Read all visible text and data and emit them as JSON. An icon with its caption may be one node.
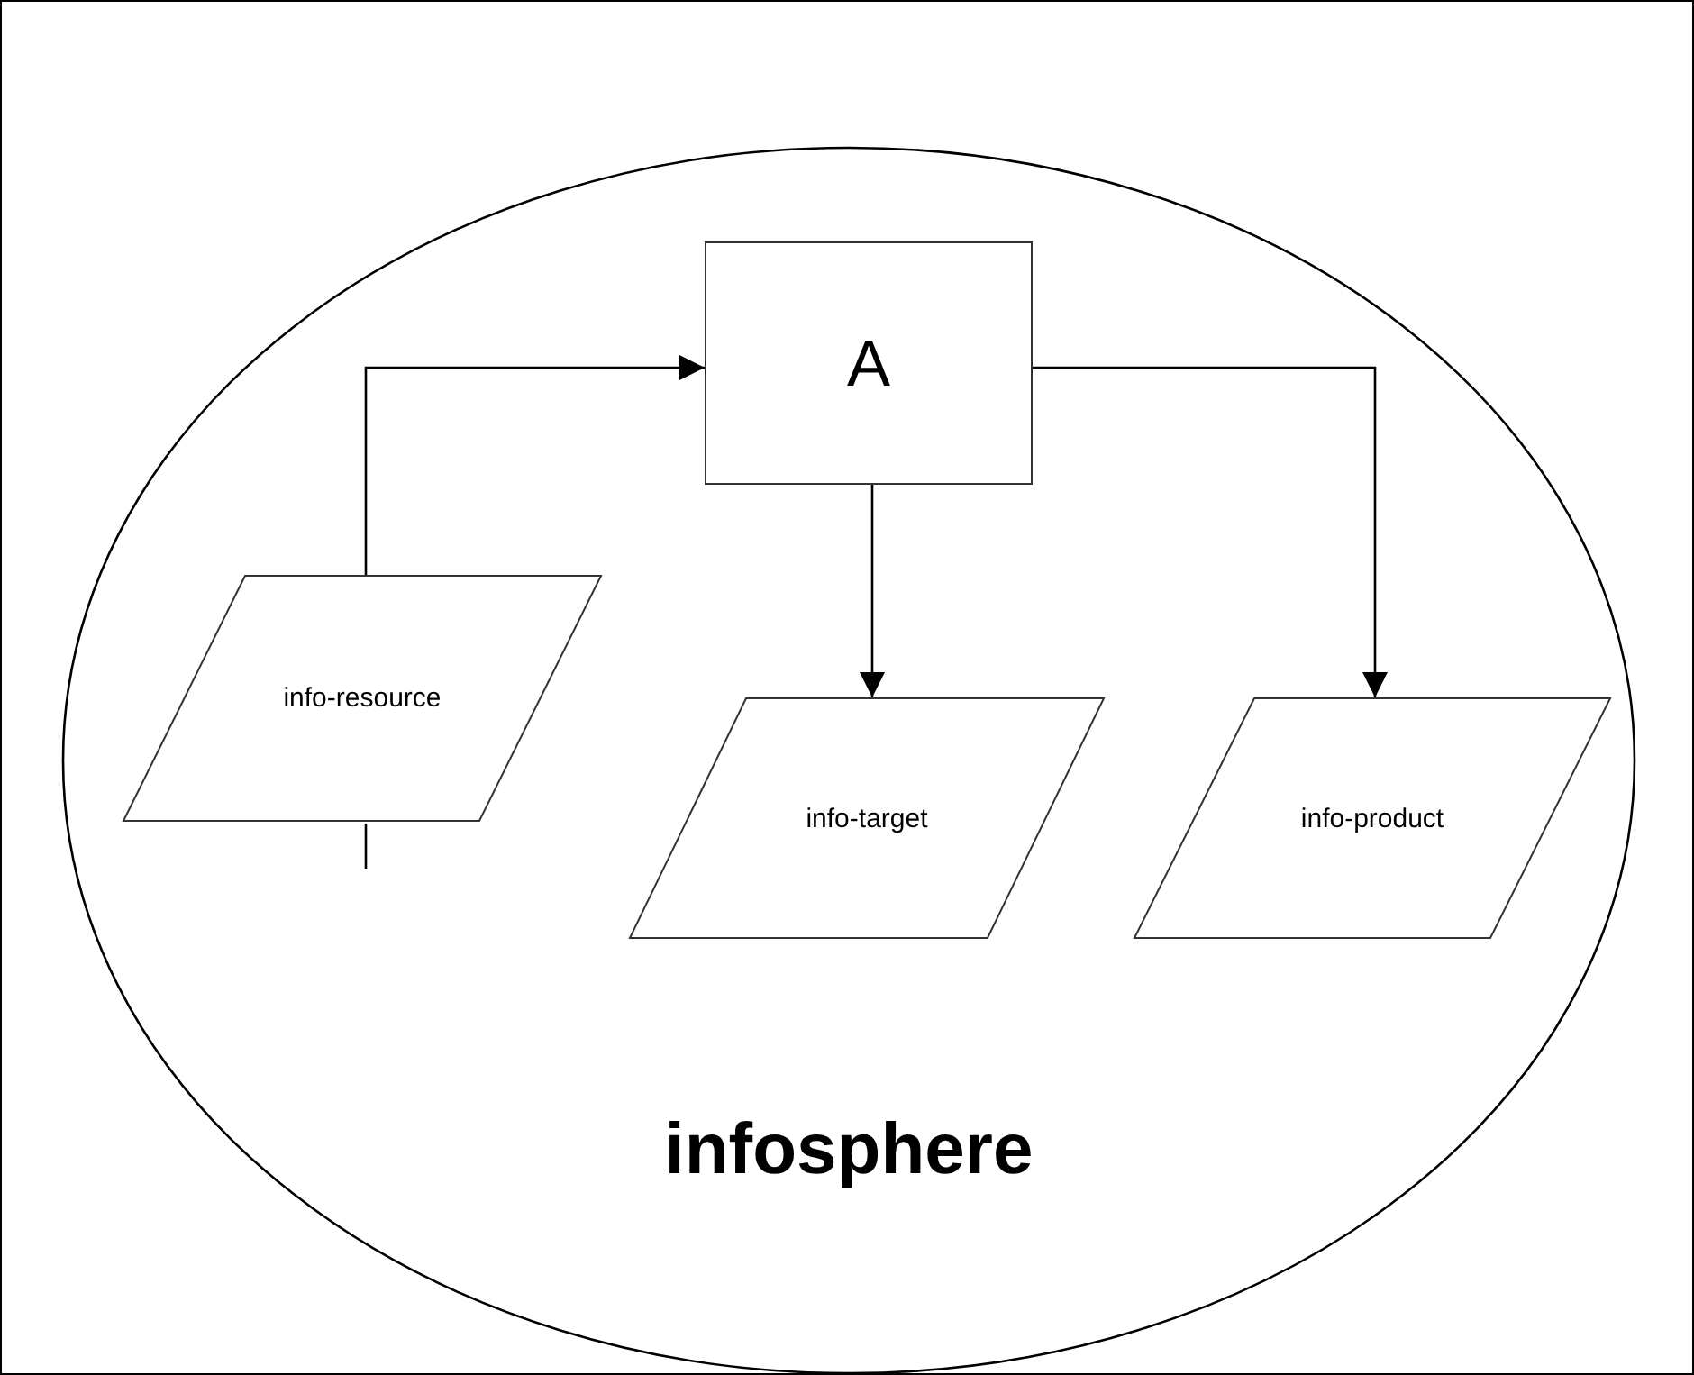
{
  "diagram": {
    "nodes": [
      {
        "text": [
          "infosphere"
        ]
      },
      {
        "text": [
          "A"
        ],
        "in": 0
      },
      {
        "text": [
          "info-resource"
        ],
        "in": 0
      },
      {
        "text": [
          "info-target"
        ],
        "in": 0
      },
      {
        "text": [
          "info-product"
        ],
        "in": 0
      }
    ],
    "edges": [
      {
        "from": 2,
        "to": 1,
        "arrow": "to"
      },
      {
        "from": 1,
        "to": 3,
        "arrow": "to"
      },
      {
        "from": 1,
        "to": 4,
        "arrow": "to"
      }
    ]
  }
}
